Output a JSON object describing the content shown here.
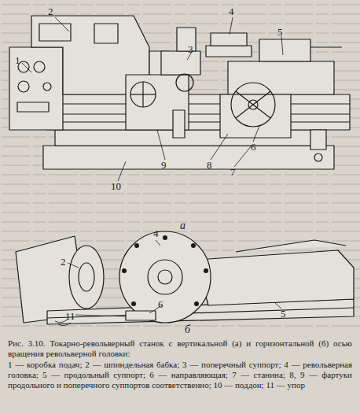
{
  "diagram": {
    "caption": "Рис. 3.10. Токарно-револьверный станок с вертикальной (а) и горизонтальной (б) осью вращения револьверной головки:",
    "labels": [
      "1",
      "2",
      "3",
      "4",
      "5",
      "6",
      "10",
      "9",
      "8",
      "7",
      "а",
      "2",
      "4",
      "6",
      "5",
      "11",
      "б",
      "1 — коробка подач; 2 — шпиндельная бабка; 3 — поперечный суппорт; 4 — револьверная головка; 5 — продольный суппорт; 6 — направляющая; 7 — станина; 8, 9 — фартуки продольного и поперечного суппортов соответственно; 10 — поддон; 11 — упор"
    ]
  }
}
